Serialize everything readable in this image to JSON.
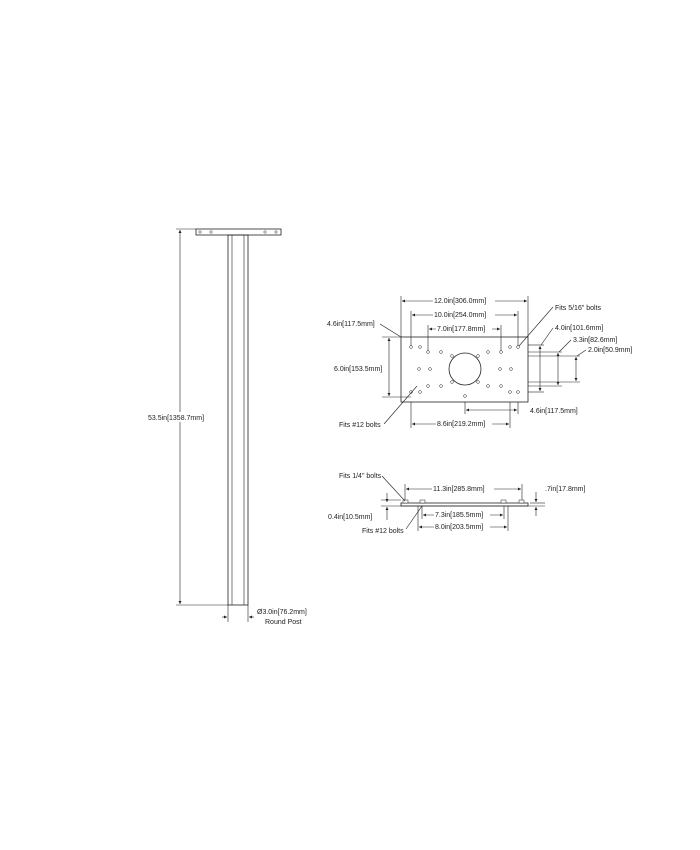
{
  "post": {
    "height_label": "53.5in[1358.7mm]",
    "diameter_label": "Ø3.0in[76.2mm]",
    "type_label": "Round Post"
  },
  "plate_top": {
    "width_12": "12.0in[306.0mm]",
    "width_10": "10.0in[254.0mm]",
    "width_7": "7.0in[177.8mm]",
    "left_4_6": "4.6in[117.5mm]",
    "height_6": "6.0in[153.5mm]",
    "right_4_0": "4.0in[101.6mm]",
    "right_3_3": "3.3in[82.6mm]",
    "right_2_0": "2.0in[50.9mm]",
    "bottom_4_6": "4.6in[117.5mm]",
    "bottom_8_6": "8.6in[219.2mm]",
    "bolts_5_16": "Fits 5/16\" bolts",
    "bolts_12": "Fits #12 bolts"
  },
  "plate_side": {
    "bolts_1_4": "Fits 1/4\" bolts",
    "width_11_3": "11.3in[285.8mm]",
    "thick_7": ".7in[17.8mm]",
    "left_0_4": "0.4in[10.5mm]",
    "width_7_3": "7.3in[185.5mm]",
    "width_8_0": "8.0in[203.5mm]",
    "bolts_12": "Fits #12 bolts"
  }
}
